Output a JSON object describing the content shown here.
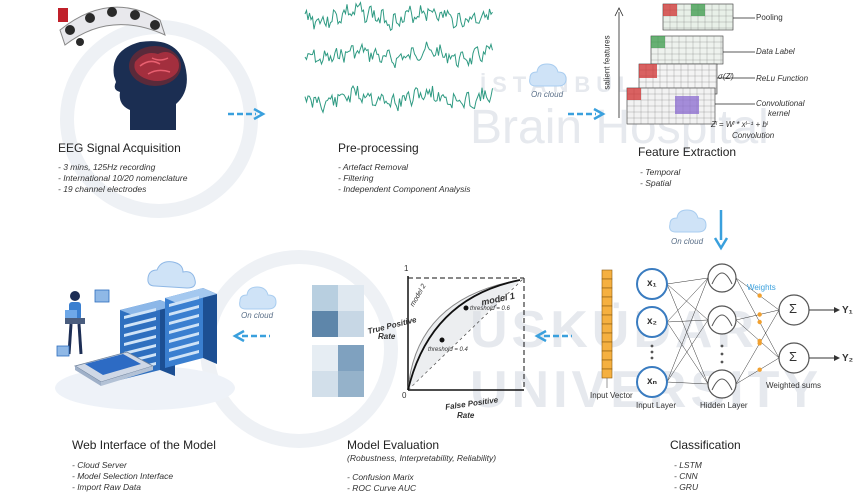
{
  "watermark": {
    "brand_top": "İSTANBUL",
    "brand_main": "Brain Hospital",
    "uni_1": "ÜSKÜDAR",
    "uni_2": "UNIVERSITY"
  },
  "stages": {
    "eeg": {
      "title": "EEG Signal Acquisition",
      "details": [
        "- 3 mins, 125Hz recording",
        "- International 10/20 nomenclature",
        "- 19 channel electrodes"
      ]
    },
    "preprocessing": {
      "title": "Pre-processing",
      "details": [
        "- Artefact Removal",
        "- Filtering",
        "- Independent Component Analysis"
      ]
    },
    "feature": {
      "title": "Feature Extraction",
      "details": [
        "- Temporal",
        "- Spatial"
      ],
      "labels": {
        "salient": "salient features",
        "pooling": "Pooling",
        "data_label": "Data Label",
        "relu": "ReLu Function",
        "conv_kernel_1": "Convolutional",
        "conv_kernel_2": "kernel",
        "convolution": "Convolution",
        "relu_formula": "σ(Zˡ)",
        "conv_formula": "Zˡ = Wˡ * xˡ⁻¹ + bˡ"
      }
    },
    "classification": {
      "title": "Classification",
      "details": [
        "- LSTM",
        "- CNN",
        "- GRU"
      ],
      "labels": {
        "input_vector": "Input Vector",
        "input_layer": "Input Layer",
        "hidden_layer": "Hidden Layer",
        "weights": "Weights",
        "weighted_sums": "Weighted sums",
        "x1": "x₁",
        "x2": "x₂",
        "xn": "xₙ",
        "sum": "Σ",
        "y1": "Y₁",
        "y2": "Y₂"
      }
    },
    "evaluation": {
      "title": "Model Evaluation",
      "subtitle": "(Robustness, Interpretability, Reliability)",
      "details": [
        "- Confusion Marix",
        "- ROC Curve AUC"
      ],
      "roc": {
        "y_label_1": "True Positive",
        "y_label_2": "Rate",
        "x_label_1": "False Positive",
        "x_label_2": "Rate",
        "model1": "model 1",
        "model2": "model 2",
        "th1": "threshold = 0.6",
        "th2": "threshold = 0.4",
        "origin": "0",
        "one": "1"
      }
    },
    "web": {
      "title": "Web Interface of the Model",
      "details": [
        "- Cloud Server",
        "- Model Selection Interface",
        "- Import Raw Data"
      ]
    }
  },
  "cloud_labels": {
    "c1": "On cloud",
    "c2": "On cloud",
    "c3": "On cloud"
  },
  "colors": {
    "arrow": "#3aa0dd",
    "neuron": "#3a7cc0",
    "signal": "#2e9a82",
    "input_vector": "#f0a020",
    "weight_dot": "#f0a030",
    "cloud": "#a9cdf0"
  }
}
